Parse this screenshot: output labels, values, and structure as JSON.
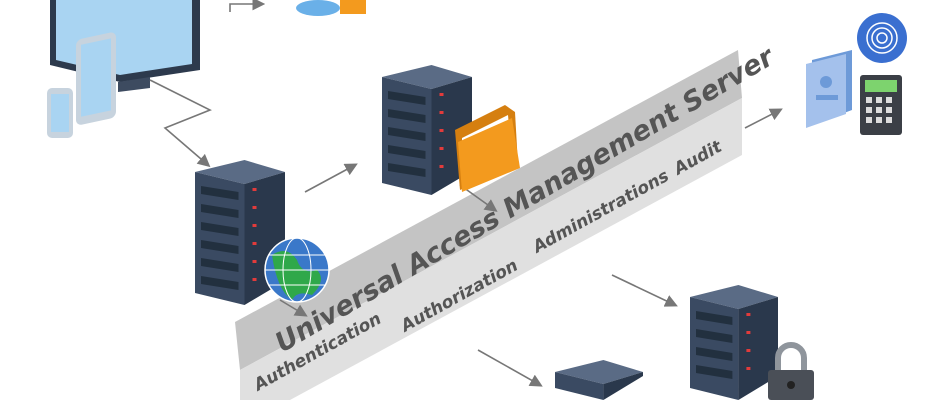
{
  "diagram": {
    "title": "Universal Access Management Server",
    "functions": [
      "Authentication",
      "Authorization",
      "Administrations",
      "Audit"
    ],
    "icons": [
      "monitor-icon",
      "tablet-icon",
      "phone-icon",
      "cloud-icon",
      "folder-icon",
      "server-icon",
      "globe-icon",
      "id-badge-icon",
      "fingerprint-icon",
      "calculator-icon",
      "lock-icon"
    ]
  },
  "colors": {
    "server": "#35455c",
    "band_top": "#c4c4c4",
    "band_side": "#e0e0e0",
    "folder": "#f39a1e",
    "text": "#555555"
  }
}
